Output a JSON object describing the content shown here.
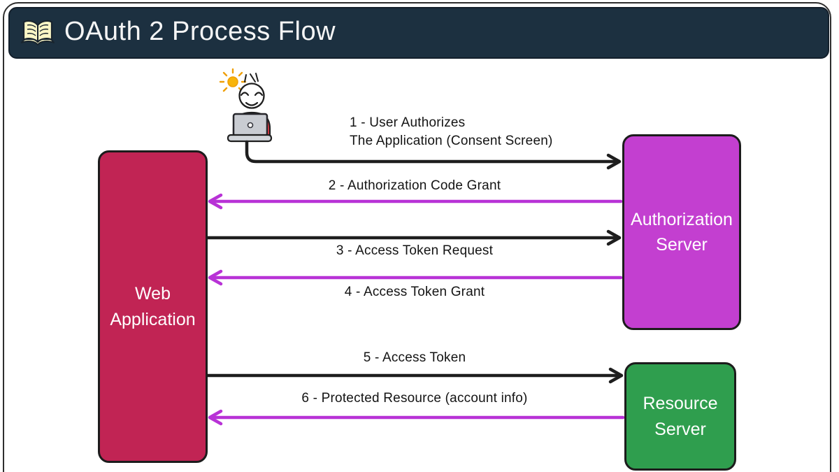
{
  "header": {
    "title": "OAuth 2 Process Flow",
    "icon": "open-book-icon"
  },
  "boxes": {
    "web_app": {
      "label": "Web Application",
      "color": "#c12454"
    },
    "auth_server": {
      "label": "Authorization Server",
      "color": "#c33fd0"
    },
    "resource_server": {
      "label": "Resource Server",
      "color": "#2f9e4e"
    }
  },
  "actor": {
    "name": "user-at-laptop",
    "shirt_color": "#ee3b47",
    "sun_color": "#f6a90e"
  },
  "flows": [
    {
      "step": "1",
      "label": "1 - User Authorizes\nThe Application (Consent Screen)",
      "direction": "right",
      "color": "#1e1e1e"
    },
    {
      "step": "2",
      "label": "2 - Authorization Code Grant",
      "direction": "left",
      "color": "#b832d6"
    },
    {
      "step": "3",
      "label": "3 - Access Token Request",
      "direction": "right",
      "color": "#1e1e1e"
    },
    {
      "step": "4",
      "label": "4 - Access Token Grant",
      "direction": "left",
      "color": "#b832d6"
    },
    {
      "step": "5",
      "label": "5 - Access Token",
      "direction": "right",
      "color": "#1e1e1e"
    },
    {
      "step": "6",
      "label": "6 - Protected Resource (account info)",
      "direction": "left",
      "color": "#b832d6"
    }
  ],
  "colors": {
    "header_bg": "#1c3040",
    "page_border": "#2e2e2e",
    "arrow_black": "#1e1e1e",
    "arrow_magenta": "#b832d6"
  }
}
